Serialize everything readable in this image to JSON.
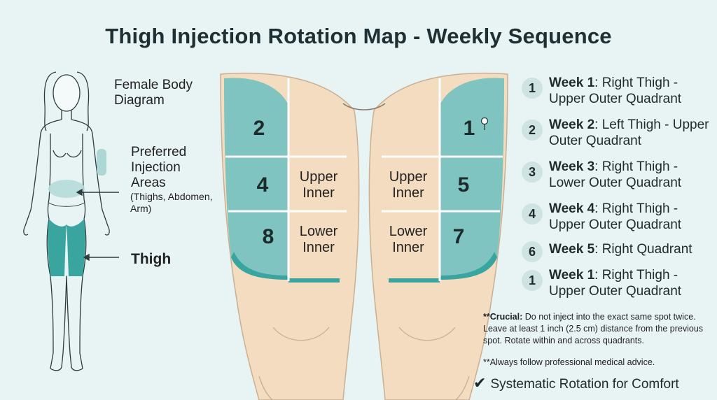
{
  "title": "Thigh Injection Rotation Map - Weekly Sequence",
  "body_diagram": {
    "label": "Female Body Diagram",
    "preferred_label": "Preferred Injection Areas",
    "preferred_detail": "(Thighs, Abdomen, Arm)",
    "thigh_label": "Thigh"
  },
  "thighs": {
    "zones": [
      "2",
      "4",
      "8",
      "1",
      "5",
      "7"
    ],
    "upper_inner": "Upper Inner",
    "lower_inner": "Lower Inner"
  },
  "steps": [
    {
      "badge": "1",
      "week": "Week 1",
      "text": ": Right Thigh - Upper Outer Quadrant"
    },
    {
      "badge": "2",
      "week": "Week 2",
      "text": ": Left Thigh - Upper Outer Quadrant"
    },
    {
      "badge": "3",
      "week": "Week 3",
      "text": ": Right Thigh - Lower Outer Quadrant"
    },
    {
      "badge": "4",
      "week": "Week 4",
      "text": ": Right Thigh - Upper Outer Quadrant"
    },
    {
      "badge": "6",
      "week": "Week 5",
      "text": ": Right Quadrant"
    },
    {
      "badge": "1",
      "week": "Week 1",
      "text": ": Right Thigh - Upper Outer Quadrant"
    }
  ],
  "notes": {
    "crucial_prefix": "**Crucial:",
    "crucial_text": " Do not inject into the exact same spot twice. Leave at least 1 inch (2.5 cm) distance from the previous spot. Rotate within and across quadrants.",
    "advice": "**Always follow professional medical advice."
  },
  "footer": "Systematic Rotation for Comfort",
  "colors": {
    "background": "#e8f3f3",
    "zone_teal": "#7fc4c0",
    "zone_dark": "#3aa59f",
    "skin": "#f3dcc0"
  }
}
